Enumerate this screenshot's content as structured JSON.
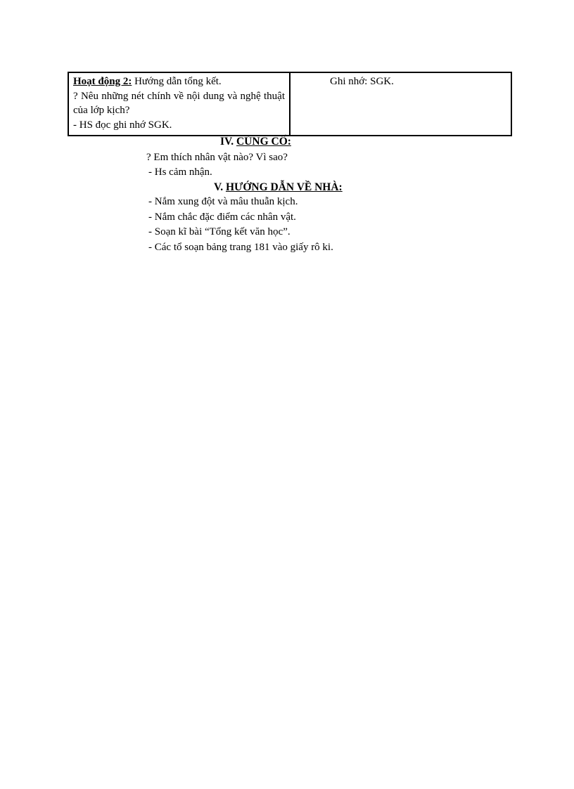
{
  "table": {
    "left_cell": {
      "activity_title": "Hoạt động 2:",
      "activity_text": " Hướng dẫn tổng kết.",
      "question": "? Nêu những nét chính về nội dung và nghệ thuật của lớp kịch?",
      "task": "- HS đọc ghi nhớ SGK."
    },
    "right_cell": {
      "note": "Ghi nhớ: SGK."
    }
  },
  "section_iv": {
    "number": "IV.",
    "title": "CỦNG CỐ:",
    "lines": [
      "? Em thích nhân vật nào? Vì sao?",
      "- Hs cảm nhận."
    ]
  },
  "section_v": {
    "number": "V.",
    "title": "HƯỚNG DẪN VỀ NHÀ:",
    "lines": [
      "- Nắm xung đột và mâu thuẫn kịch.",
      "- Nắm chắc đặc điểm các nhân vật.",
      "- Soạn kĩ  bài “Tổng kết văn học”.",
      "- Các tổ soạn bảng trang 181 vào giấy rô ki."
    ]
  }
}
